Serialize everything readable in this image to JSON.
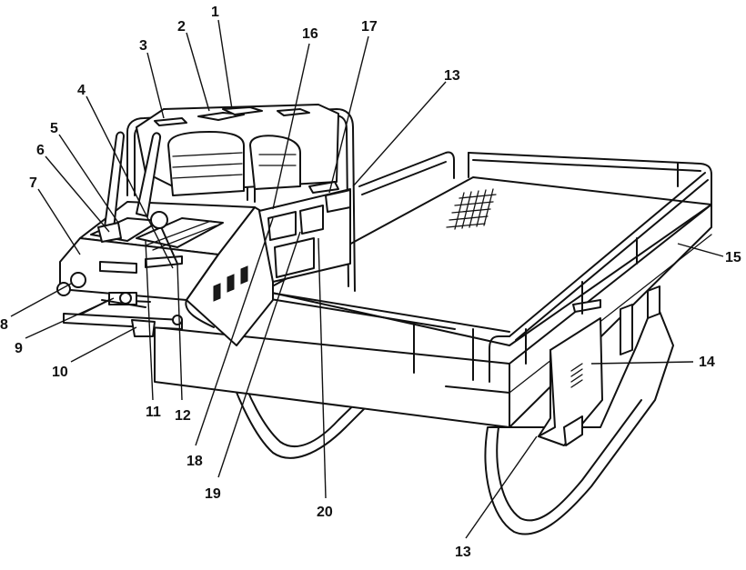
{
  "figure": {
    "callouts": [
      {
        "id": "c1",
        "text": "1"
      },
      {
        "id": "c2",
        "text": "2"
      },
      {
        "id": "c3",
        "text": "3"
      },
      {
        "id": "c4",
        "text": "4"
      },
      {
        "id": "c5",
        "text": "5"
      },
      {
        "id": "c6",
        "text": "6"
      },
      {
        "id": "c7",
        "text": "7"
      },
      {
        "id": "c8",
        "text": "8"
      },
      {
        "id": "c9",
        "text": "9"
      },
      {
        "id": "c10",
        "text": "10"
      },
      {
        "id": "c11",
        "text": "11"
      },
      {
        "id": "c12",
        "text": "12"
      },
      {
        "id": "c13a",
        "text": "13"
      },
      {
        "id": "c13b",
        "text": "13"
      },
      {
        "id": "c14",
        "text": "14"
      },
      {
        "id": "c15",
        "text": "15"
      },
      {
        "id": "c16",
        "text": "16"
      },
      {
        "id": "c17",
        "text": "17"
      },
      {
        "id": "c18",
        "text": "18"
      },
      {
        "id": "c19",
        "text": "19"
      },
      {
        "id": "c20",
        "text": "20"
      }
    ]
  }
}
